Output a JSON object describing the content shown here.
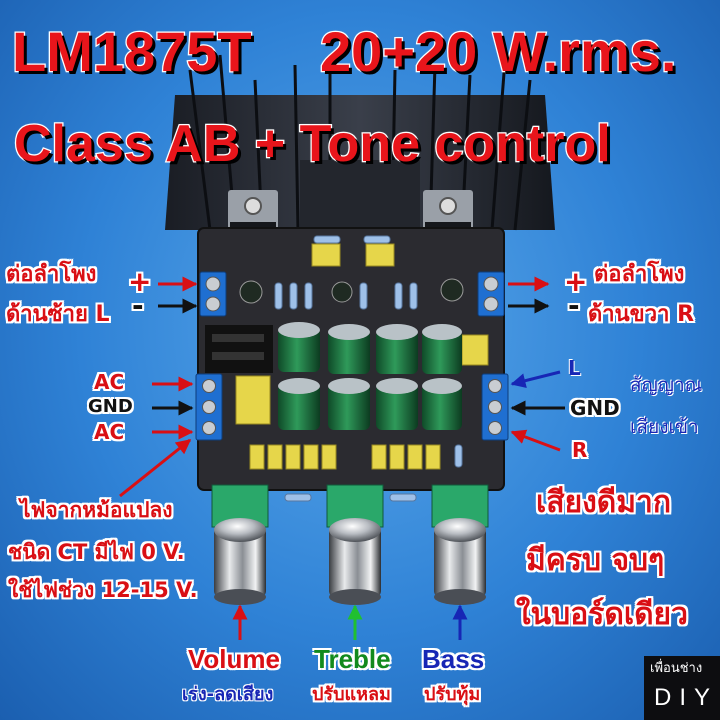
{
  "title": {
    "line1_part1": "LM1875T",
    "line1_part2": "20+20 W.rms.",
    "line2": "Class AB + Tone control"
  },
  "speaker_left": {
    "label_line1": "ต่อลำโพง",
    "label_line2": "ด้านซ้าย L",
    "plus": "+",
    "minus": "-"
  },
  "speaker_right": {
    "label_line1": "ต่อลำโพง",
    "label_line2": "ด้านขวา R",
    "plus": "+",
    "minus": "-"
  },
  "power_input": {
    "pin1": "AC",
    "pin2": "GND",
    "pin3": "AC",
    "desc_line1": "ไฟจากหม้อแปลง",
    "desc_line2": "ชนิด CT มีไฟ 0 V.",
    "desc_line3": "ใช้ไฟช่วง 12-15 V."
  },
  "signal_input": {
    "pin1": "L",
    "pin2": "GND",
    "pin3": "R",
    "desc_line1": "สัญญาณ",
    "desc_line2": "เสียงเข้า"
  },
  "features": {
    "line1": "เสียงดีมาก",
    "line2": "มีครบ จบๆ",
    "line3": "ในบอร์ดเดียว"
  },
  "knobs": {
    "volume": "Volume",
    "treble": "Treble",
    "bass": "Bass",
    "volume_desc": "เร่ง-ลดเสียง",
    "treble_desc": "ปรับแหลม",
    "bass_desc": "ปรับทุ้ม"
  },
  "brand": {
    "line1": "เพื่อนช่าง",
    "line2": "DIY"
  },
  "colors": {
    "background": "#2f82d6",
    "title_red": "#e8151b",
    "terminal_blue": "#1f6fd1",
    "capacitor_green": "#1d6b3a"
  }
}
